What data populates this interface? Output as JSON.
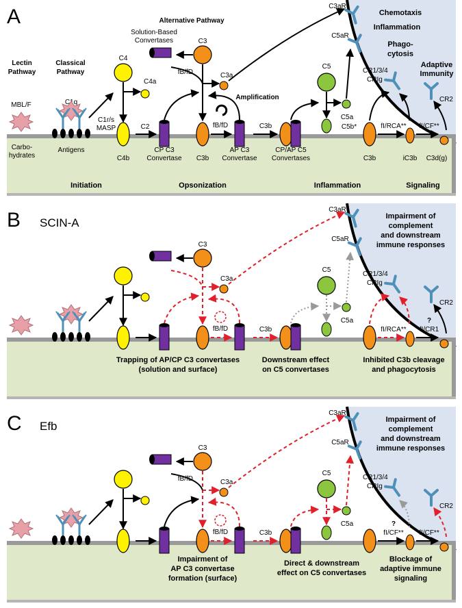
{
  "colors": {
    "membrane": "#dfe8c9",
    "membrane_edge": "#9a9a9a",
    "cell": "#dbe3f0",
    "orange": "#f39019",
    "green": "#8cc63f",
    "yellow": "#fff200",
    "purple": "#7030a0",
    "receptor": "#4f90b8",
    "starburst": "#e8a0a8",
    "inhibit_arrow": "#e0202a",
    "grey_arrow": "#9a9a9a"
  },
  "panelA": {
    "letter": "A",
    "lectin": "Lectin Pathway",
    "lectin1": "Lectin",
    "lectin2": "Pathway",
    "classical1": "Classical",
    "classical2": "Pathway",
    "alt": "Alternative Pathway",
    "mbl": "MBL/F",
    "c1q": "C1q",
    "c1rs1": "C1r/s",
    "c1rs2": "MASP",
    "carb1": "Carbo-",
    "carb2": "hydrates",
    "antigens": "Antigens",
    "c4": "C4",
    "c4a": "C4a",
    "c4b": "C4b",
    "c2": "C2",
    "sol1": "Solution-Based",
    "sol2": "Convertases",
    "c3": "C3",
    "fbfd": "fB/fD",
    "c3a": "C3a",
    "amp": "Amplification",
    "fbfd2": "fB/fD",
    "cp1": "CP C3",
    "cp2": "Convertase",
    "c3b": "C3b",
    "ap1": "AP C3",
    "ap2": "Convertase",
    "c3b_arrow": "C3b",
    "c5conv1": "CP/AP C5",
    "c5conv2": "Convertases",
    "c5": "C5",
    "c5a": "C5a",
    "c5b": "C5b*",
    "c3ar": "C3aR",
    "c5ar": "C5aR",
    "chemo": "Chemotaxis",
    "infl": "Inflammation",
    "phago1": "Phago-",
    "phago2": "cytosis",
    "adapt1": "Adaptive",
    "adapt2": "Immunity",
    "cr134": "CR1/3/4",
    "crig": "CRIg",
    "cr2": "CR2",
    "firca": "fI/RCA**",
    "ficf": "fI/CF**",
    "c3b_r": "C3b",
    "ic3b": "iC3b",
    "c3dg": "C3d(g)",
    "bottom": [
      "Initiation",
      "Opsonization",
      "Inflammation",
      "Signaling"
    ]
  },
  "panelB": {
    "letter": "B",
    "title": "SCIN-A",
    "c3": "C3",
    "c3a": "C3a",
    "fbfd": "fB/fD",
    "c3b": "C3b",
    "c5": "C5",
    "c5a": "C5a",
    "c3ar": "C3aR",
    "c5ar": "C5aR",
    "impair": [
      "Impairment of",
      "complement",
      "and downstream",
      "immune responses"
    ],
    "cr134": "CR1/3/4",
    "crig": "CRIg",
    "cr2": "CR2",
    "firca": "fI/RCA**",
    "q": "?",
    "ficr1": "fI/CR1",
    "effects": [
      [
        "Trapping of AP/CP C3 convertases",
        "(solution and surface)"
      ],
      [
        "Downstream effect",
        "on C5 convertases"
      ],
      [
        "Inhibited C3b cleavage",
        "and phagocytosis"
      ]
    ]
  },
  "panelC": {
    "letter": "C",
    "title": "Efb",
    "c3": "C3",
    "c3a": "C3a",
    "fbfd": "fB/fD",
    "fbfd2": "fB/fD",
    "c3b": "C3b",
    "c5": "C5",
    "c5a": "C5a",
    "c3ar": "C3aR",
    "c5ar": "C5aR",
    "impair": [
      "Impairment of",
      "complement",
      "and downstream",
      "immune responses"
    ],
    "cr134": "CR1/3/4",
    "crig": "CRIg",
    "cr2": "CR2",
    "q": "?",
    "ficf1": "fI/CF**",
    "ficf2": "fI/CF**",
    "effects": [
      [
        "Impairment of",
        "AP C3 convertase",
        "formation (surface)"
      ],
      [
        "Direct & downstream",
        "effect on C5 convertases"
      ],
      [
        "Blockage of",
        "adaptive immune",
        "signaling"
      ]
    ]
  }
}
